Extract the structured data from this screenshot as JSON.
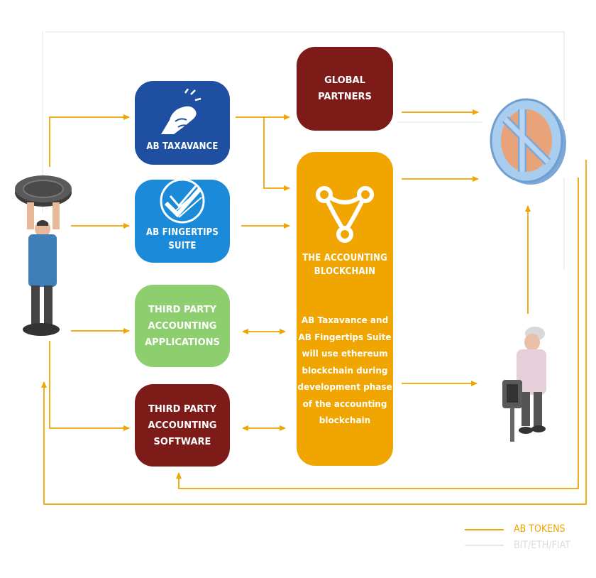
{
  "boxes": {
    "taxavance": "AB TAXAVANCE",
    "fingertips": "AB FINGERTIPS SUITE",
    "third_party_apps": "THIRD PARTY\nACCOUNTING\nAPPLICATIONS",
    "third_party_software": "THIRD PARTY\nACCOUNTING\nSOFTWARE",
    "global_partners": "GLOBAL\nPARTNERS",
    "accounting_blockchain": {
      "title": "THE ACCOUNTING\nBLOCKCHAIN",
      "description": "AB Taxavance and\nAB Fingertips Suite\nwill use ethereum\nblockchain during\ndevelopment phase\nof the accounting\nblockchain"
    }
  },
  "legend": {
    "tokens": "AB TOKENS",
    "fiat": "BIT/ETH/FIAT"
  },
  "colors": {
    "token_line": "#f0a500",
    "fiat_line": "#e8e8e8",
    "navy": "#1f4fa0",
    "blue": "#1a8ad9",
    "green": "#8dcf6e",
    "maroon": "#7d1b18",
    "orange": "#f0a500"
  },
  "icons": [
    "hand-coin-icon",
    "checkmark-globe-icon",
    "blockchain-network-icon",
    "token-coin-icon",
    "person-holding-coin-icon",
    "miner-with-jackhammer-icon"
  ]
}
